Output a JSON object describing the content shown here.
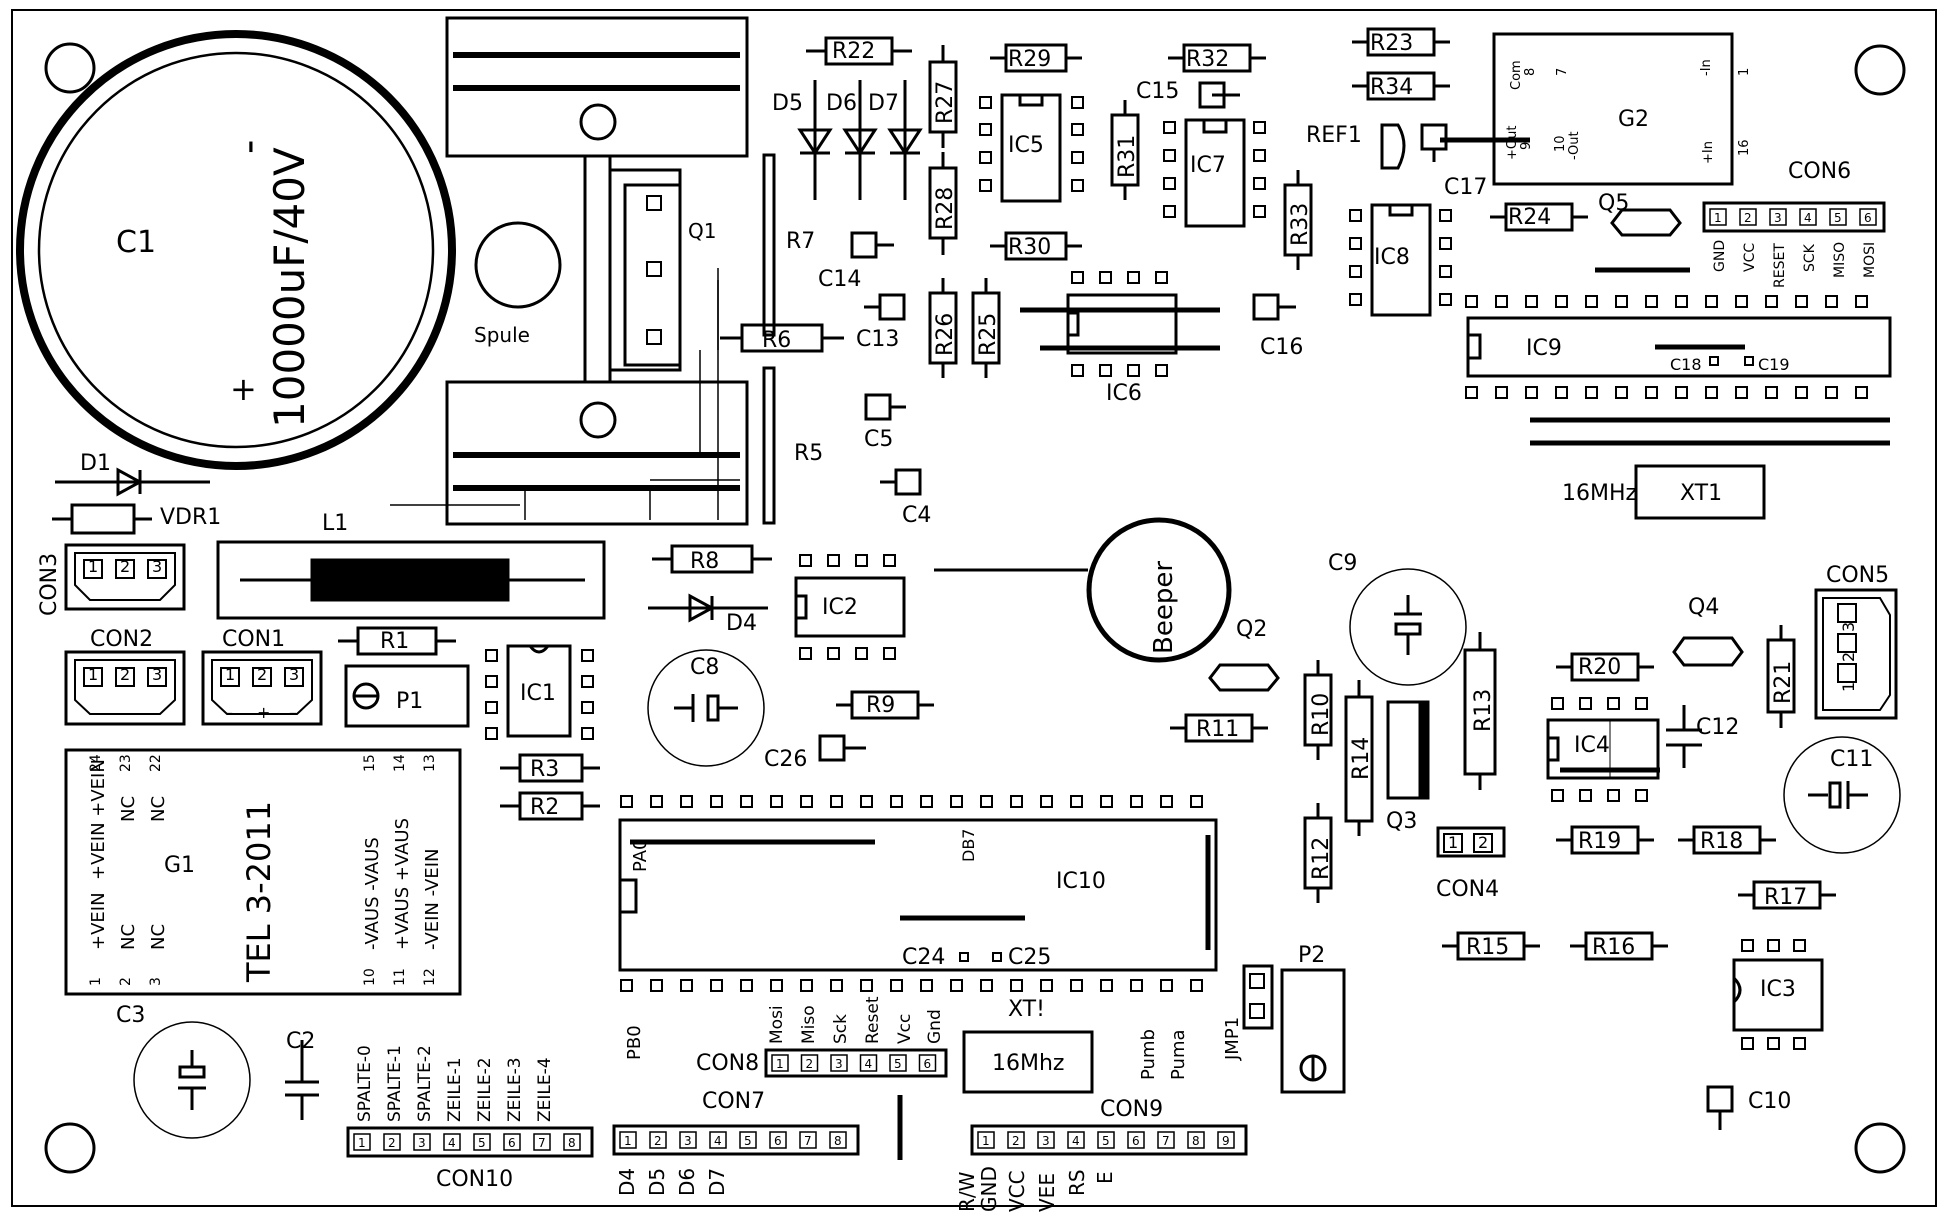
{
  "labels": {
    "C1": "C1",
    "C1_value": "10000uF/40V",
    "C1_minus": "-",
    "C1_plus": "+",
    "Spule": "Spule",
    "Q1": "Q1",
    "R22": "R22",
    "R27": "R27",
    "R28": "R28",
    "R29": "R29",
    "R30": "R30",
    "R31": "R31",
    "R32": "R32",
    "R33": "R33",
    "R23": "R23",
    "R34": "R34",
    "R24": "R24",
    "R7": "R7",
    "R6": "R6",
    "R5": "R5",
    "R26": "R26",
    "R25": "R25",
    "D5": "D5",
    "D6": "D6",
    "D7": "D7",
    "IC5": "IC5",
    "IC7": "IC7",
    "IC6": "IC6",
    "IC8": "IC8",
    "IC9": "IC9",
    "C15": "C15",
    "C14": "C14",
    "C13": "C13",
    "C16": "C16",
    "C5": "C5",
    "C4": "C4",
    "C17": "C17",
    "REF1": "REF1",
    "G2": "G2",
    "CON6": "CON6",
    "Q5": "Q5",
    "C18": "C18",
    "C19": "C19",
    "XT1": "XT1",
    "XT1_freq": "16MHz",
    "D1": "D1",
    "VDR1": "VDR1",
    "L1": "L1",
    "CON3": "CON3",
    "CON2": "CON2",
    "CON1": "CON1",
    "R1": "R1",
    "P1": "P1",
    "IC1": "IC1",
    "R8": "R8",
    "D4": "D4",
    "IC2": "IC2",
    "C8": "C8",
    "R9": "R9",
    "C26": "C26",
    "R3": "R3",
    "R2": "R2",
    "Beeper": "Beeper",
    "Q2": "Q2",
    "R11": "R11",
    "R10": "R10",
    "R14": "R14",
    "R13": "R13",
    "Q3": "Q3",
    "R12": "R12",
    "C9": "C9",
    "CON4": "CON4",
    "IC10": "IC10",
    "PA0": "PA0",
    "DB7": "DB7",
    "C24": "C24",
    "C25": "C25",
    "PB0": "PB0",
    "XT_top": "XT!",
    "XT_freq": "16Mhz",
    "Pumb": "Pumb",
    "Puma": "Puma",
    "JMP1": "JMP1",
    "P2": "P2",
    "CON8": "CON8",
    "CON7": "CON7",
    "CON9": "CON9",
    "CON10": "CON10",
    "G1": "G1",
    "TEL": "TEL 3-2011",
    "C3": "C3",
    "C2": "C2",
    "R20": "R20",
    "R21": "R21",
    "Q4": "Q4",
    "CON5": "CON5",
    "C12": "C12",
    "IC4": "IC4",
    "C11": "C11",
    "R19": "R19",
    "R18": "R18",
    "R17": "R17",
    "R15": "R15",
    "R16": "R16",
    "IC3": "IC3",
    "C10": "C10"
  },
  "g1_pins": {
    "left_top": [
      "24",
      "23",
      "22"
    ],
    "left_top_labels": [
      "+VEIN +VEIN",
      "NC",
      "NC"
    ],
    "left_bottom": [
      "1",
      "2",
      "3"
    ],
    "left_bottom_labels": [
      "+VEIN",
      "NC",
      "NC"
    ],
    "right_top": [
      "15",
      "14",
      "13"
    ],
    "right_labels": [
      "-VAUS -VAUS",
      "+VAUS +VAUS",
      "-VEIN -VEIN"
    ],
    "right_bottom": [
      "10",
      "11",
      "12"
    ]
  },
  "g2_pins": {
    "com": "Com",
    "com_n": "8",
    "p7": "7",
    "minus_in": "-In",
    "p1": "1",
    "plus_out": "+Out",
    "p9": "9",
    "out_minus": "-Out",
    "p10": "10",
    "plus_in": "+In",
    "p16": "16"
  },
  "con6_signals": [
    "GND",
    "VCC",
    "RESET",
    "SCK",
    "MISO",
    "MOSI"
  ],
  "con6_pins": [
    "1",
    "2",
    "3",
    "4",
    "5",
    "6"
  ],
  "con8_signals": [
    "Mosi",
    "Miso",
    "Sck",
    "Reset",
    "Vcc",
    "Gnd"
  ],
  "con8_pins": [
    "1",
    "2",
    "3",
    "4",
    "5",
    "6"
  ],
  "con7_pins": [
    "1",
    "2",
    "3",
    "4",
    "5",
    "6",
    "7",
    "8"
  ],
  "con7_signals": [
    "D4",
    "D5",
    "D6",
    "D7"
  ],
  "con9_pins": [
    "1",
    "2",
    "3",
    "4",
    "5",
    "6",
    "7",
    "8",
    "9"
  ],
  "con9_signals": [
    "R/W",
    "GND",
    "VCC",
    "VEE",
    "RS",
    "E"
  ],
  "con10_pins": [
    "1",
    "2",
    "3",
    "4",
    "5",
    "6",
    "7",
    "8"
  ],
  "con10_signals": [
    "SPALTE-0",
    "SPALTE-1",
    "SPALTE-2",
    "ZEILE-1",
    "ZEILE-2",
    "ZEILE-3",
    "ZEILE-4"
  ],
  "con1_pins": [
    "1",
    "2",
    "3"
  ],
  "con1_signs": [
    "–",
    "+",
    "–"
  ],
  "con2_pins": [
    "1",
    "2",
    "3"
  ],
  "con3_pins": [
    "1",
    "2",
    "3"
  ],
  "con4_pins": [
    "1",
    "2"
  ],
  "con5_pins": [
    "1",
    "2",
    "3"
  ]
}
